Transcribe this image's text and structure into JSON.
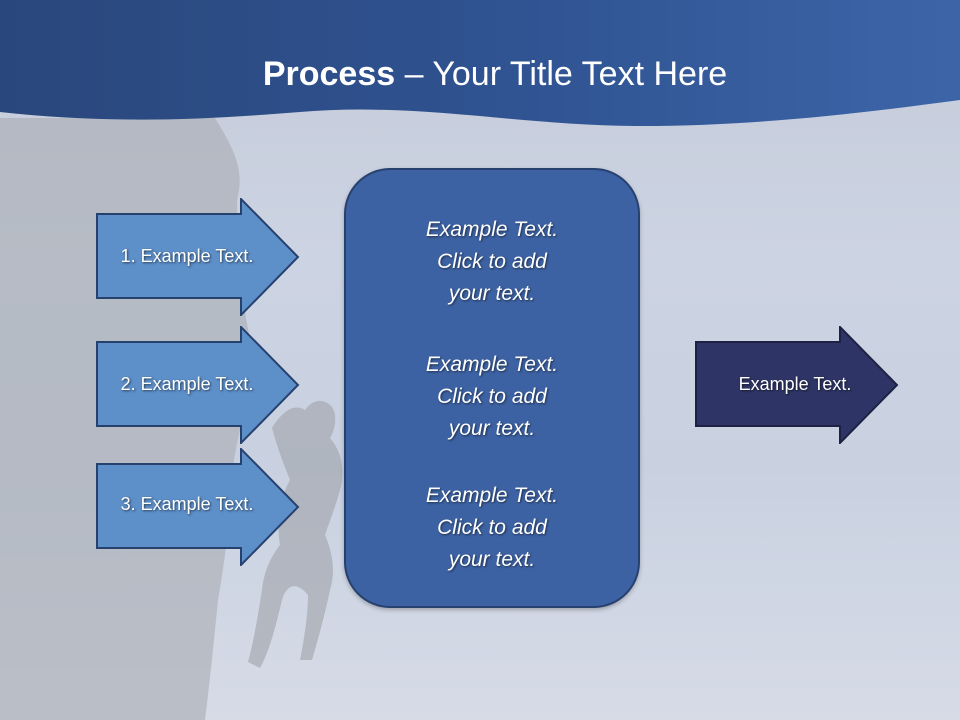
{
  "slide": {
    "title_bold": "Process",
    "title_rest": " – Your Title Text Here"
  },
  "steps": [
    {
      "label": "1. Example Text."
    },
    {
      "label": "2. Example Text."
    },
    {
      "label": "3. Example Text."
    }
  ],
  "center_box": {
    "blocks": [
      {
        "line1": "Example Text.",
        "line2": "Click  to add",
        "line3": "your text."
      },
      {
        "line1": "Example Text.",
        "line2": "Click  to add",
        "line3": "your text."
      },
      {
        "line1": "Example Text.",
        "line2": "Click  to add",
        "line3": "your text."
      }
    ]
  },
  "output_arrow": {
    "label": "Example Text."
  },
  "colors": {
    "header": "#2d4f88",
    "step_arrow": "#5d8fc9",
    "center_box": "#3d62a3",
    "output_arrow": "#2e3566"
  }
}
